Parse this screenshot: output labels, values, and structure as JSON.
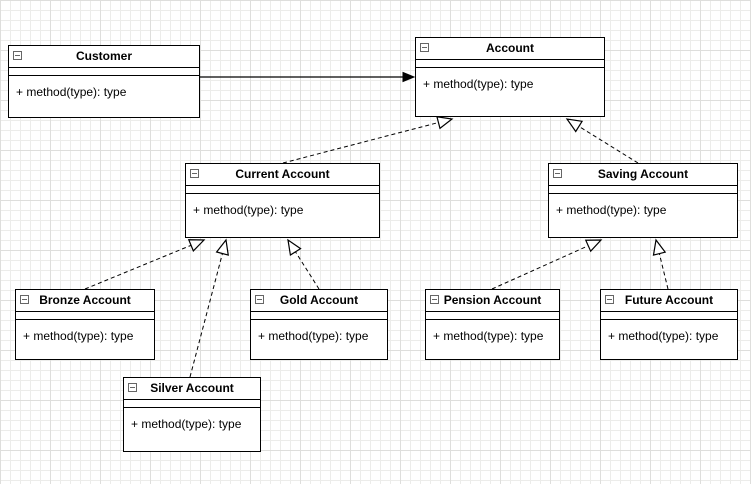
{
  "diagram": {
    "classes": [
      {
        "id": "customer",
        "title": "Customer",
        "method": "+ method(type): type"
      },
      {
        "id": "account",
        "title": "Account",
        "method": "+ method(type): type"
      },
      {
        "id": "current",
        "title": "Current Account",
        "method": "+ method(type): type"
      },
      {
        "id": "saving",
        "title": "Saving Account",
        "method": "+ method(type): type"
      },
      {
        "id": "bronze",
        "title": "Bronze Account",
        "method": "+ method(type): type"
      },
      {
        "id": "gold",
        "title": "Gold Account",
        "method": "+ method(type): type"
      },
      {
        "id": "silver",
        "title": "Silver Account",
        "method": "+ method(type): type"
      },
      {
        "id": "pension",
        "title": "Pension Account",
        "method": "+ method(type): type"
      },
      {
        "id": "future",
        "title": "Future Account",
        "method": "+ method(type): type"
      }
    ],
    "relationships": [
      {
        "from": "Customer",
        "to": "Account",
        "type": "association",
        "style": "solid-filled-arrow"
      },
      {
        "from": "Current Account",
        "to": "Account",
        "type": "generalization",
        "style": "dashed-hollow-triangle"
      },
      {
        "from": "Saving Account",
        "to": "Account",
        "type": "generalization",
        "style": "dashed-hollow-triangle"
      },
      {
        "from": "Bronze Account",
        "to": "Current Account",
        "type": "generalization",
        "style": "dashed-hollow-triangle"
      },
      {
        "from": "Silver Account",
        "to": "Current Account",
        "type": "generalization",
        "style": "dashed-hollow-triangle"
      },
      {
        "from": "Gold Account",
        "to": "Current Account",
        "type": "generalization",
        "style": "dashed-hollow-triangle"
      },
      {
        "from": "Pension Account",
        "to": "Saving Account",
        "type": "generalization",
        "style": "dashed-hollow-triangle"
      },
      {
        "from": "Future Account",
        "to": "Saving Account",
        "type": "generalization",
        "style": "dashed-hollow-triangle"
      }
    ],
    "colors": {
      "stroke": "#000000",
      "fill": "#ffffff",
      "grid_minor": "#ececea",
      "grid_major": "#dededc"
    }
  }
}
